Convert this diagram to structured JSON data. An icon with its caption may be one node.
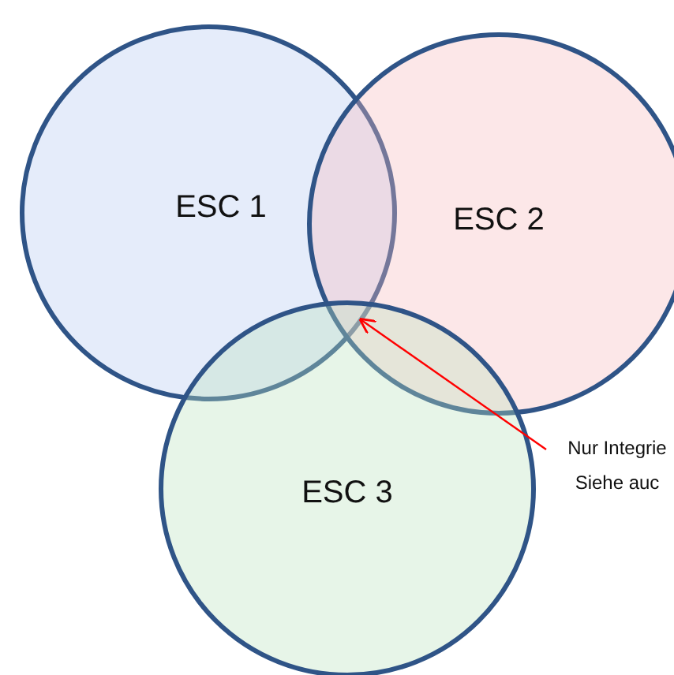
{
  "diagram": {
    "nodes": [
      {
        "text": [
          "ESC 1"
        ]
      },
      {
        "text": [
          "ESC 2"
        ]
      },
      {
        "text": [
          "ESC 3"
        ]
      },
      {
        "text": [
          "Nur Integrie",
          "Siehe auc"
        ]
      }
    ],
    "edges": [
      {
        "from": 3,
        "to": 0,
        "arrow": "to",
        "color": "#ff0000"
      }
    ]
  }
}
